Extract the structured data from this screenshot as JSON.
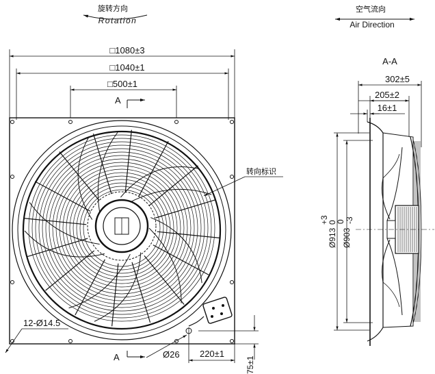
{
  "rotation": {
    "cn": "旋转方向",
    "en": "Rotation"
  },
  "air_direction": {
    "cn": "空气流向",
    "en": "Air Direction"
  },
  "front_view": {
    "dims": {
      "d1080": "□1080±3",
      "d1040": "□1040±1",
      "d500": "□500±1",
      "holes": "12-Ø14.5",
      "d26": "Ø26",
      "d220": "220±1",
      "d75": "75±1"
    },
    "section_mark": "A",
    "rotation_mark": "转向标识"
  },
  "side_view": {
    "title": "A-A",
    "dims": {
      "d302": "302±5",
      "d205": "205±2",
      "d16": "16±1",
      "dia913_main": "Ø913",
      "dia913_tol_upper": "+3",
      "dia913_tol_lower": "0",
      "dia903_main": "Ø903",
      "dia903_tol_upper": "0",
      "dia903_tol_lower": "-3"
    }
  }
}
